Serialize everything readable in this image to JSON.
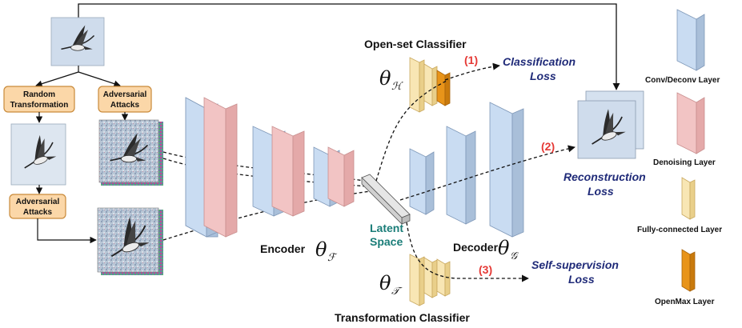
{
  "preprocess": {
    "random_transformation": [
      "Random",
      "Transformation"
    ],
    "adversarial_attacks_top": [
      "Adversarial",
      "Attacks"
    ],
    "adversarial_attacks_bottom": [
      "Adversarial",
      "Attacks"
    ]
  },
  "heads": {
    "open_set_classifier": "Open-set Classifier",
    "theta_h": "θ",
    "theta_h_sub": "ℋ",
    "transformation_classifier": "Transformation Classifier",
    "theta_t": "θ",
    "theta_t_sub": "𝒯"
  },
  "encoder": {
    "label": "Encoder",
    "theta": "θ",
    "sub": "ℱ"
  },
  "decoder": {
    "label": "Decoder",
    "theta": "θ",
    "sub": "𝒢"
  },
  "latent": [
    "Latent",
    "Space"
  ],
  "losses": {
    "n1": "(1)",
    "classification": [
      "Classification",
      "Loss"
    ],
    "n2": "(2)",
    "reconstruction": [
      "Reconstruction",
      "Loss"
    ],
    "n3": "(3)",
    "self_supervision": [
      "Self-supervision",
      "Loss"
    ]
  },
  "legend": {
    "conv": "Conv/Deconv Layer",
    "denoise": "Denoising Layer",
    "fc": "Fully-connected Layer",
    "openmax": "OpenMax Layer"
  },
  "colors": {
    "conv": "#c9dcf2",
    "denoise": "#f2c4c4",
    "fc": "#f8e6b4",
    "openmax": "#e8941a",
    "box": "#fbd7a8",
    "loss_text": "#1f2a78",
    "number": "#e53935"
  }
}
